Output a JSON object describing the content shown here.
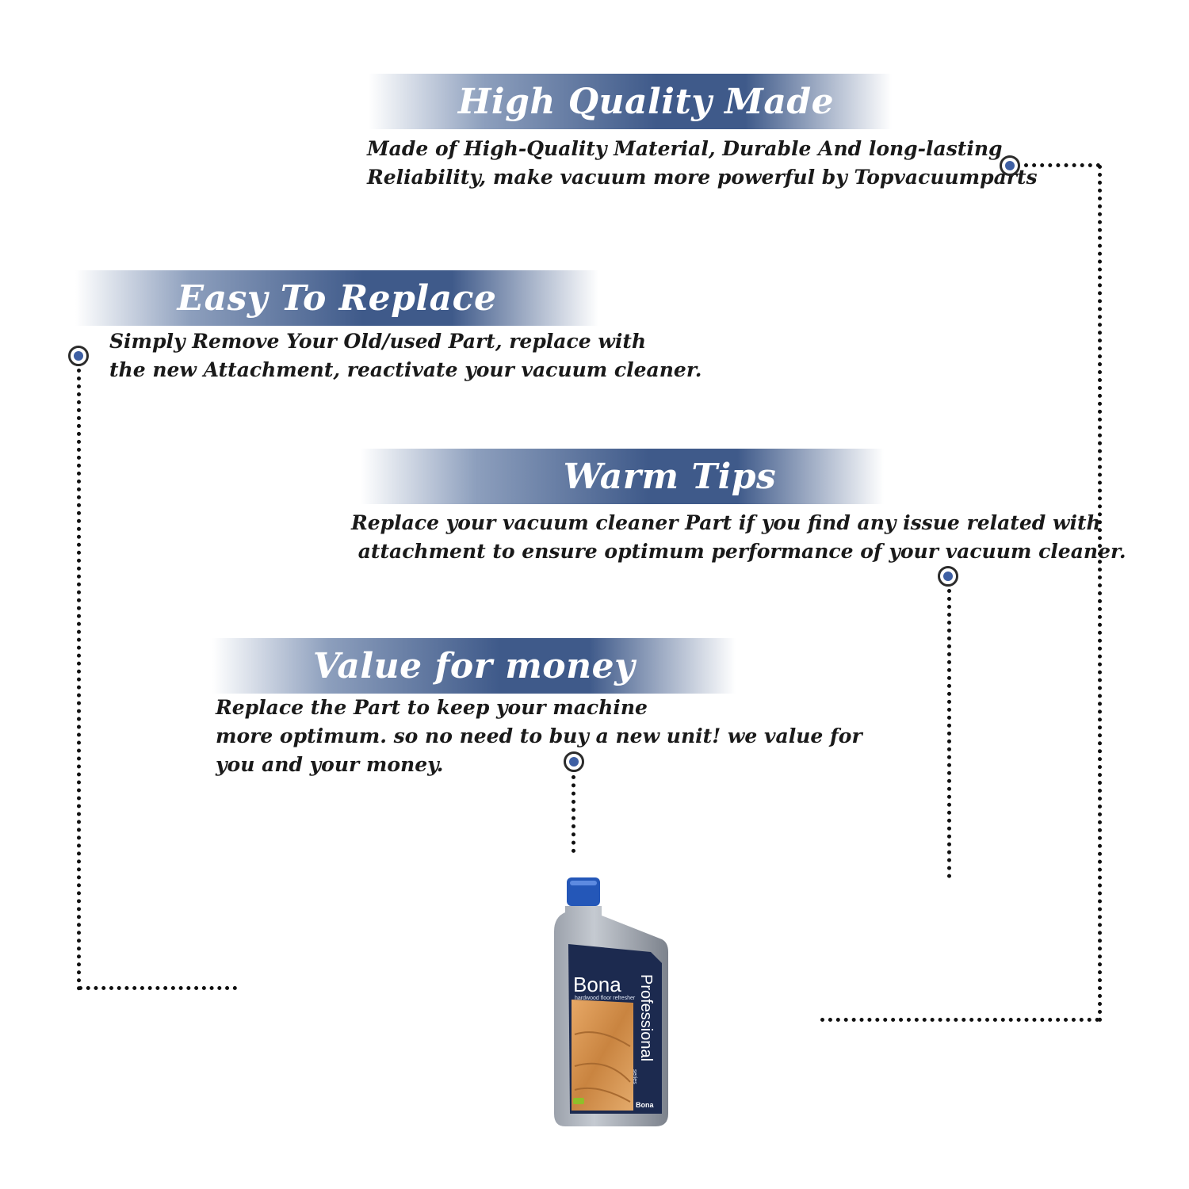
{
  "sections": [
    {
      "heading": "High Quality Made",
      "lines": [
        "Made of  High-Quality Material, Durable And long-lasting",
        "Reliability, make vacuum more powerful by Topvacuumparts"
      ]
    },
    {
      "heading": "Easy To Replace",
      "lines": [
        "Simply Remove Your Old/used Part, replace with",
        "the new Attachment, reactivate your vacuum cleaner."
      ]
    },
    {
      "heading": "Warm Tips",
      "lines": [
        "Replace your vacuum cleaner Part if you find any issue related with",
        " attachment to ensure optimum performance of your vacuum cleaner."
      ]
    },
    {
      "heading": "Value for money",
      "lines": [
        "Replace the Part to keep your machine",
        "more optimum. so no need to buy a new unit! we value for",
        "you and your money."
      ]
    }
  ],
  "product": {
    "brand": "Bona",
    "subtitle": "hardwood floor refresher",
    "series": "Professional",
    "series_small": "series",
    "brand_small": "Bona"
  },
  "colors": {
    "banner_blue": "#3f5a8a",
    "marker_blue": "#3e5fa3",
    "cap_blue": "#2457b8"
  }
}
